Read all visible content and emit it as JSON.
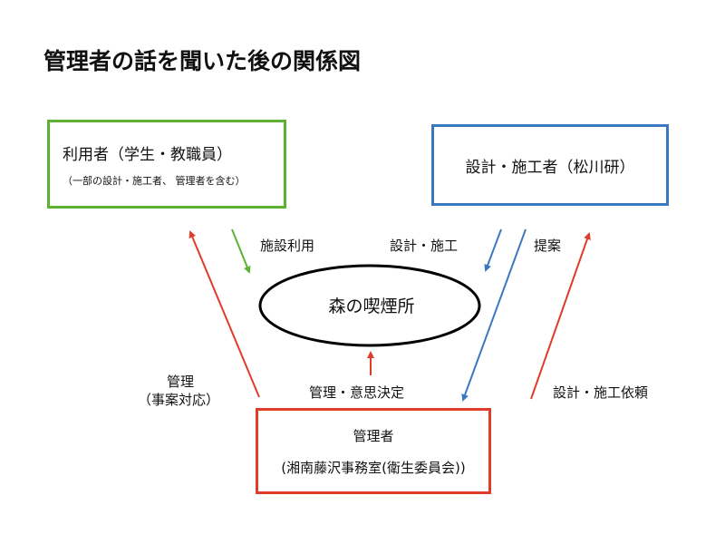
{
  "title": "管理者の話を聞いた後の関係図",
  "nodes": {
    "users": {
      "title": "利用者（学生・教職員）",
      "subtitle": "（一部の設計・施工者、 管理者を含む）"
    },
    "designers": {
      "title": "設計・施工者（松川研）"
    },
    "place": {
      "title": "森の喫煙所"
    },
    "manager": {
      "title": "管理者",
      "subtitle": "(湘南藤沢事務室(衛生委員会))"
    }
  },
  "edges": {
    "use": "施設利用",
    "build": "設計・施工",
    "propose": "提案",
    "manage_line1": "管理",
    "manage_line2": "（事案対応）",
    "decide": "管理・意思決定",
    "request": "設計・施工依頼"
  },
  "colors": {
    "green": "#5db233",
    "blue": "#3a78c0",
    "red": "#e03c2a"
  }
}
